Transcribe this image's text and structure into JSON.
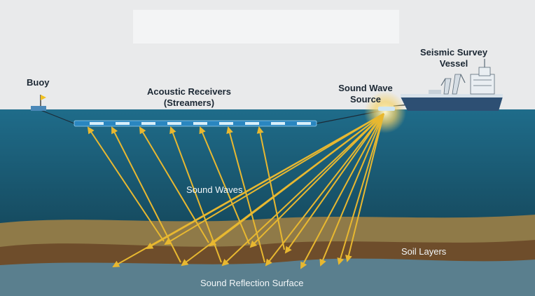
{
  "labels": {
    "buoy": "Buoy",
    "receivers_line1": "Acoustic Receivers",
    "receivers_line2": "(Streamers)",
    "source_line1": "Sound Wave",
    "source_line2": "Source",
    "vessel_line1": "Seismic Survey",
    "vessel_line2": "Vessel",
    "sound_waves": "Sound Waves",
    "soil_layers": "Soil Layers",
    "reflection_surface": "Sound Reflection Surface"
  },
  "colors": {
    "sky": "#e9eaeb",
    "sea_top": "#1f6c8a",
    "sea_bottom": "#15485c",
    "sand_layer": "#8f7a48",
    "soil_layer": "#6e4d2b",
    "reflection_surface": "#5a7f8e",
    "ray": "#e8b830",
    "streamer": "#2a86c0",
    "vessel_hull": "#2d4f73"
  },
  "icons": [
    "buoy-flag-icon",
    "seismic-vessel-icon",
    "sound-source-burst-icon"
  ]
}
